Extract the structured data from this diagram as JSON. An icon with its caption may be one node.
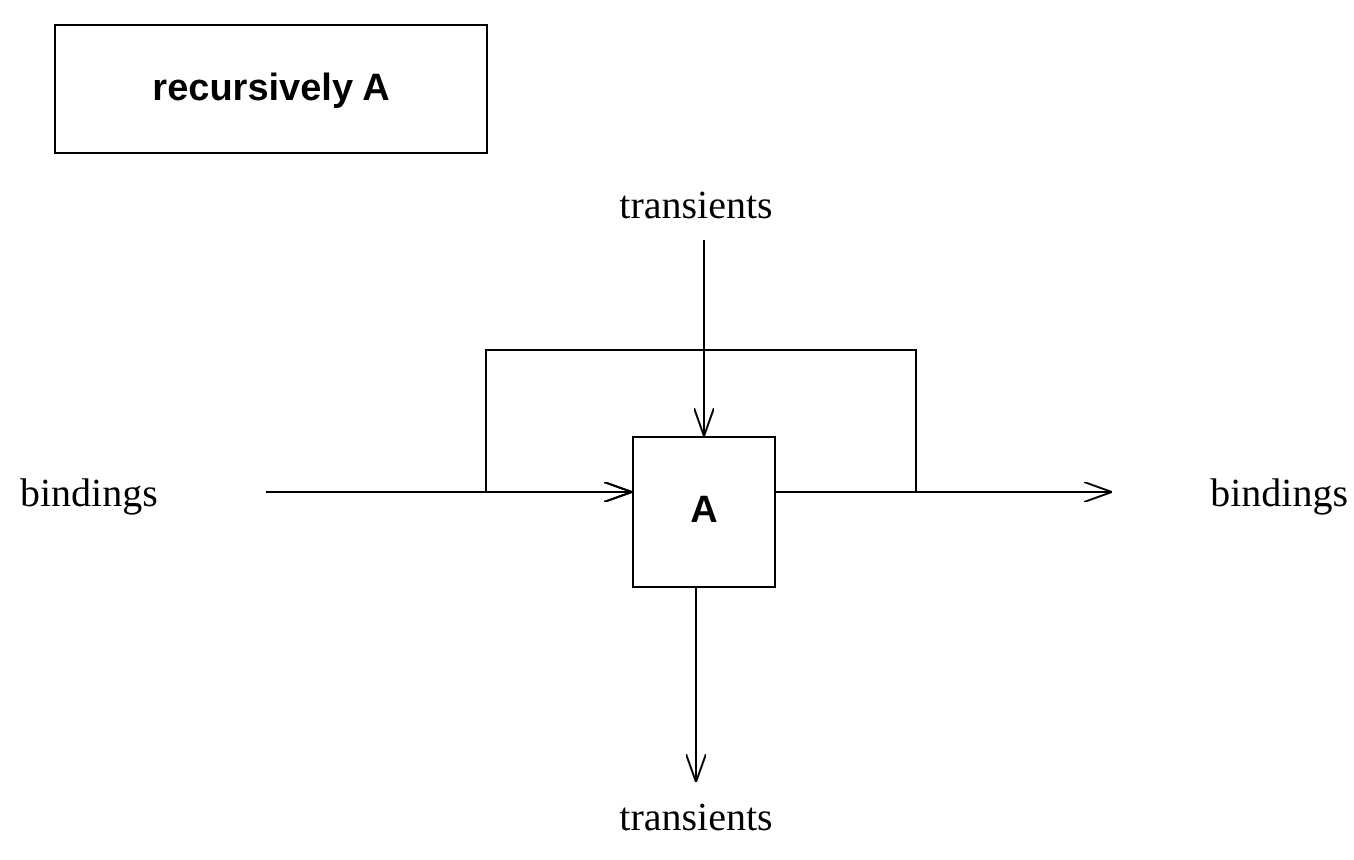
{
  "diagram": {
    "nodes": [
      {
        "text": [
          "recursively A"
        ]
      },
      {
        "text": [
          "transients"
        ]
      },
      {
        "text": [
          "bindings"
        ]
      },
      {
        "text": [
          "A"
        ]
      },
      {
        "text": [
          "bindings"
        ]
      },
      {
        "text": [
          "transients"
        ]
      }
    ],
    "edges": [
      {
        "from": 1,
        "to": 3,
        "arrow": "to"
      },
      {
        "from": 2,
        "to": 3,
        "arrow": "to"
      },
      {
        "from": 3,
        "to": 3,
        "arrow": "to"
      },
      {
        "from": 3,
        "to": 4,
        "arrow": "to"
      },
      {
        "from": 3,
        "to": 5,
        "arrow": "to"
      }
    ]
  }
}
